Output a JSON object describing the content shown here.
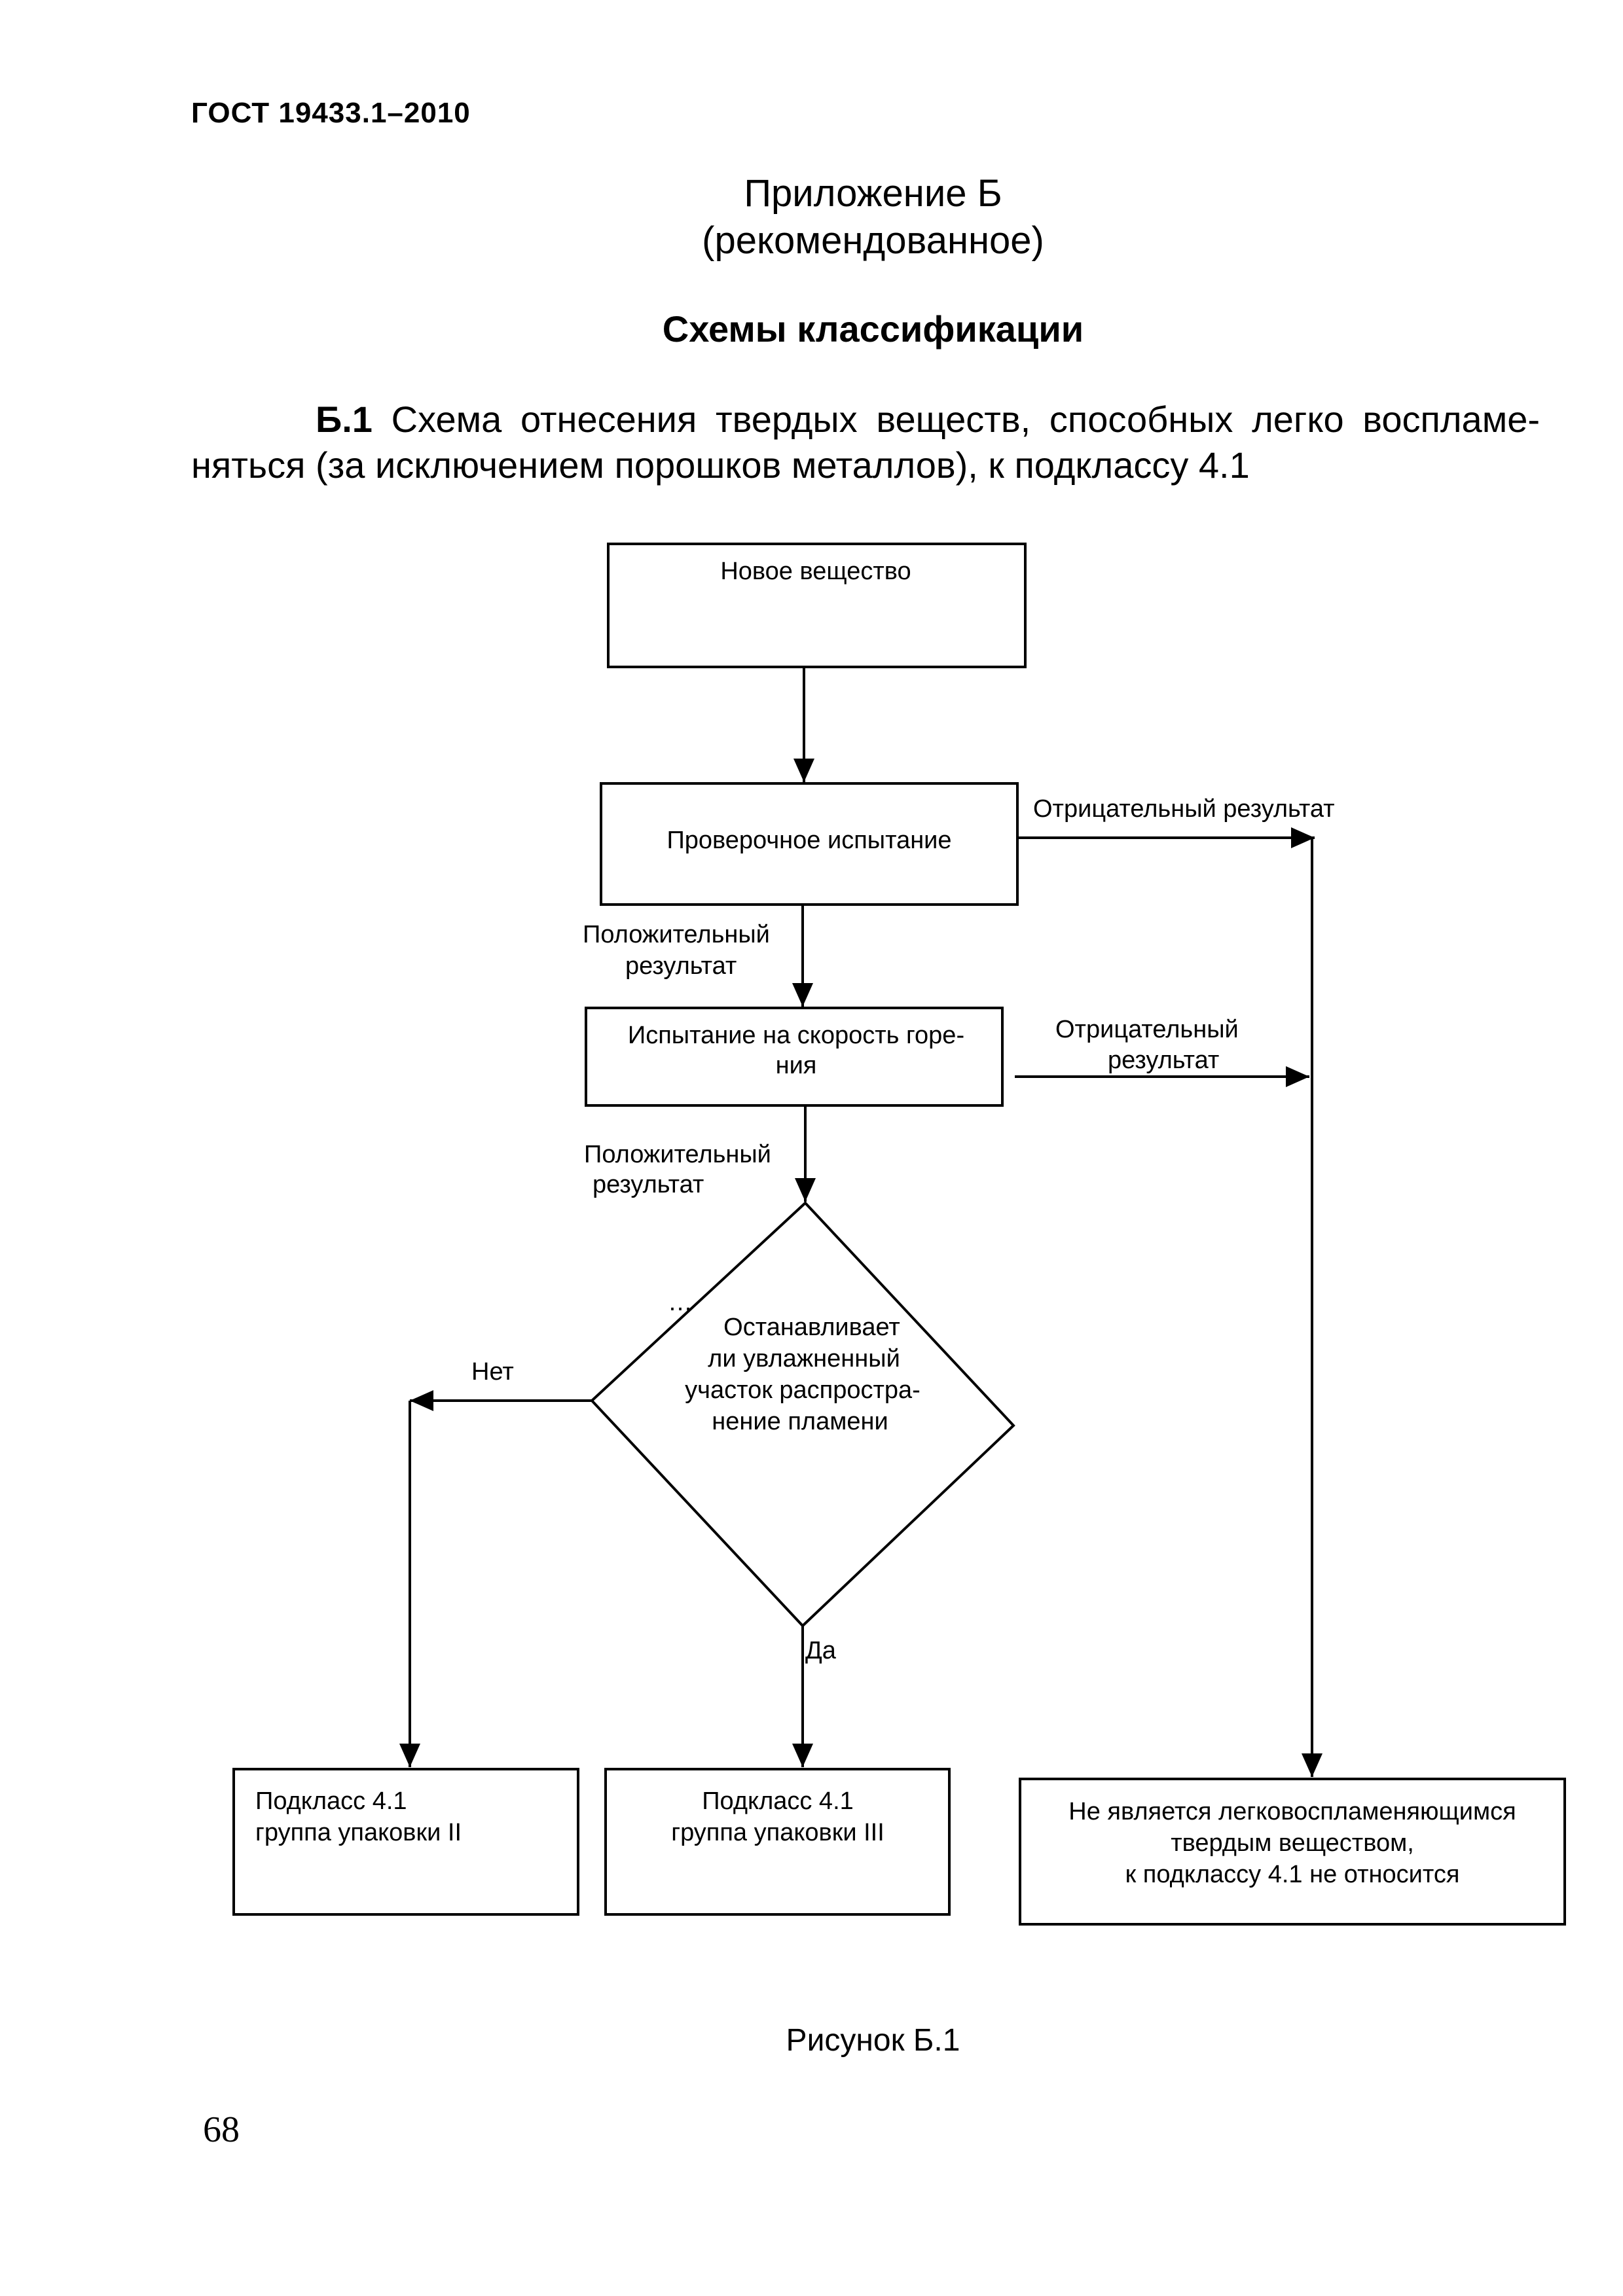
{
  "header": {
    "code": "ГОСТ 19433.1–2010"
  },
  "appendix": {
    "title": "Приложение Б",
    "subtitle": "(рекомендованное)"
  },
  "section": {
    "title": "Схемы классификации"
  },
  "paragraph": {
    "number": "Б.1",
    "line1": "Схема отнесения твердых веществ, способных легко воспламе-",
    "line2": "няться  (за исключением порошков металлов), к подклассу 4.1"
  },
  "flowchart": {
    "box_new_substance": "Новое вещество",
    "box_screening_test": "Проверочное испытание",
    "label_negative_1": "Отрицательный результат",
    "label_positive_1": [
      "Положительный",
      "результат"
    ],
    "box_burning_rate": [
      "Испытание на скорость горе-",
      "ния"
    ],
    "label_negative_2": [
      "Отрицательный",
      "результат"
    ],
    "label_positive_2": [
      "Положительный",
      "результат"
    ],
    "decision_ellipsis": "…",
    "decision": [
      "Останавливает",
      "ли увлажненный",
      "участок распростра-",
      "нение пламени"
    ],
    "label_no": "Нет",
    "label_yes": "Да",
    "box_group_ii": [
      "Подкласс 4.1",
      "группа упаковки II"
    ],
    "box_group_iii": [
      "Подкласс 4.1",
      "группа упаковки III"
    ],
    "box_not_flammable": [
      "Не является легковоспламеняющимся",
      "твердым веществом,",
      "к подклассу 4.1 не относится"
    ]
  },
  "caption": "Рисунок Б.1",
  "page_number": "68"
}
